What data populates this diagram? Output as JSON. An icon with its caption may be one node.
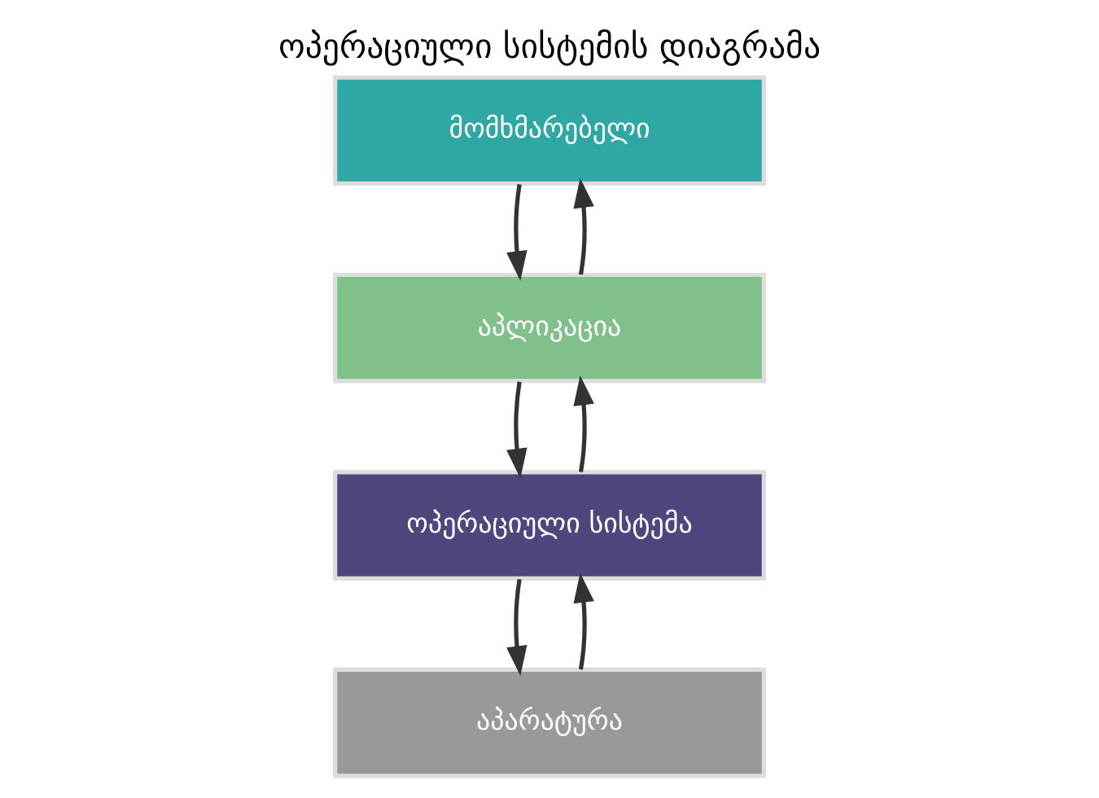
{
  "diagram": {
    "title": "ოპერაციული სისტემის დიაგრამა",
    "nodes": [
      {
        "text": [
          "მომხმარებელი"
        ]
      },
      {
        "text": [
          "აპლიკაცია"
        ]
      },
      {
        "text": [
          "ოპერაციული სისტემა"
        ]
      },
      {
        "text": [
          "აპარატურა"
        ]
      }
    ],
    "edges": [
      {
        "from": 1,
        "to": 0,
        "arrow": "to"
      },
      {
        "from": 0,
        "to": 1,
        "arrow": "to"
      },
      {
        "from": 2,
        "to": 1,
        "arrow": "to"
      },
      {
        "from": 1,
        "to": 2,
        "arrow": "to"
      },
      {
        "from": 3,
        "to": 2,
        "arrow": "to"
      },
      {
        "from": 2,
        "to": 3,
        "arrow": "to"
      }
    ]
  }
}
